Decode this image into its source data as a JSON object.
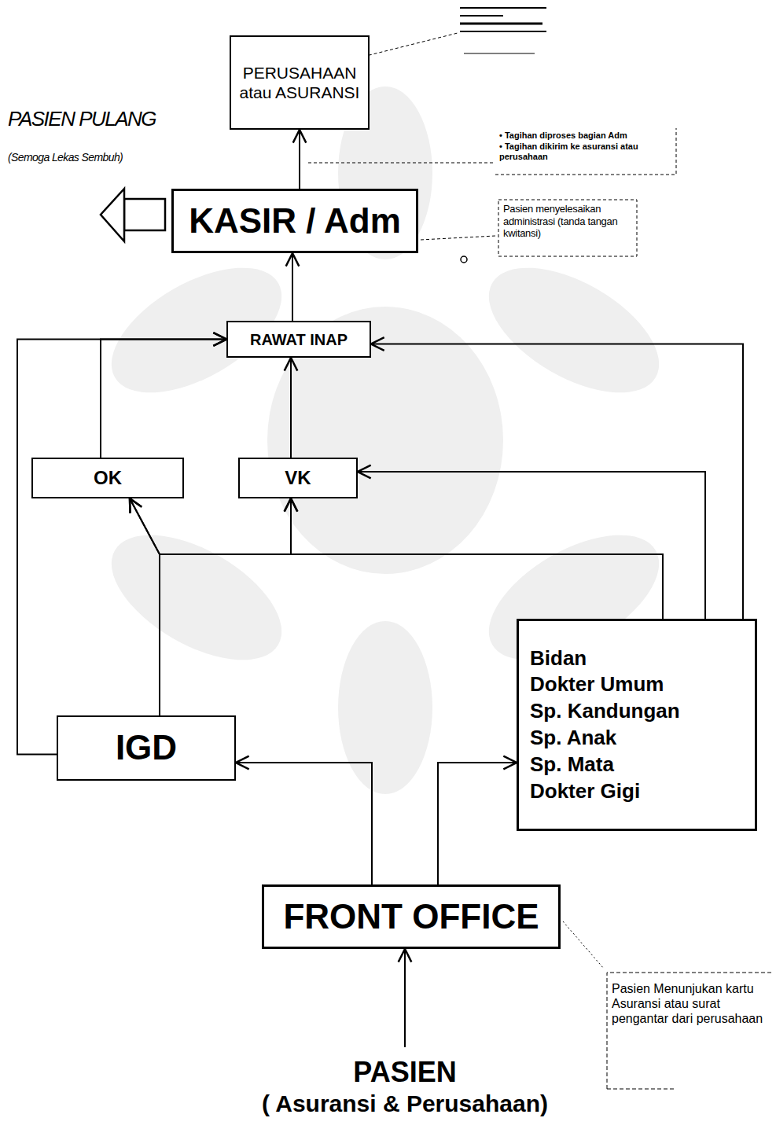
{
  "diagram": {
    "nodes": [
      {
        "text": [
          "PERUSAHAAN atau ASURANSI"
        ]
      },
      {
        "text": [
          "KASIR / Adm"
        ]
      },
      {
        "text": [
          "RAWAT INAP"
        ]
      },
      {
        "text": [
          "OK"
        ]
      },
      {
        "text": [
          "VK"
        ]
      },
      {
        "text": [
          "Bidan",
          "Dokter Umum",
          "Sp. Kandungan",
          "Sp. Anak",
          "Sp. Mata",
          "Dokter Gigi"
        ]
      },
      {
        "text": [
          "IGD"
        ]
      },
      {
        "text": [
          "FRONT OFFICE"
        ]
      },
      {
        "text": [
          "PASIEN",
          "( Asuransi & Perusahaan)"
        ]
      }
    ],
    "edges": [
      {
        "from": 8,
        "to": 7,
        "arrow": "to"
      },
      {
        "from": 7,
        "to": 6,
        "arrow": "to"
      },
      {
        "from": 7,
        "to": 5,
        "arrow": "to"
      },
      {
        "from": 6,
        "to": 3,
        "arrow": "to"
      },
      {
        "from": 6,
        "to": 4,
        "arrow": "to"
      },
      {
        "from": 5,
        "to": 3,
        "arrow": "to"
      },
      {
        "from": 5,
        "to": 4,
        "arrow": "to"
      },
      {
        "from": 5,
        "to": 4,
        "arrow": "to"
      },
      {
        "from": 5,
        "to": 2,
        "arrow": "to"
      },
      {
        "from": 6,
        "to": 2,
        "arrow": "to"
      },
      {
        "from": 3,
        "to": 2,
        "arrow": "to"
      },
      {
        "from": 4,
        "to": 2,
        "arrow": "to"
      },
      {
        "from": 2,
        "to": 1,
        "arrow": "to"
      },
      {
        "from": 1,
        "to": 0,
        "arrow": "to"
      }
    ],
    "labels": [
      "PASIEN PULANG",
      "(Semoga Lekas Sembuh)",
      "• Tagihan diproses bagian Adm",
      "• Tagihan dikirim ke asuransi atau perusahaan",
      "Pasien menyelesaikan administrasi (tanda tangan kwitansi)",
      "Pasien Menunjukan kartu Asuransi atau surat pengantar dari perusahaan"
    ]
  }
}
